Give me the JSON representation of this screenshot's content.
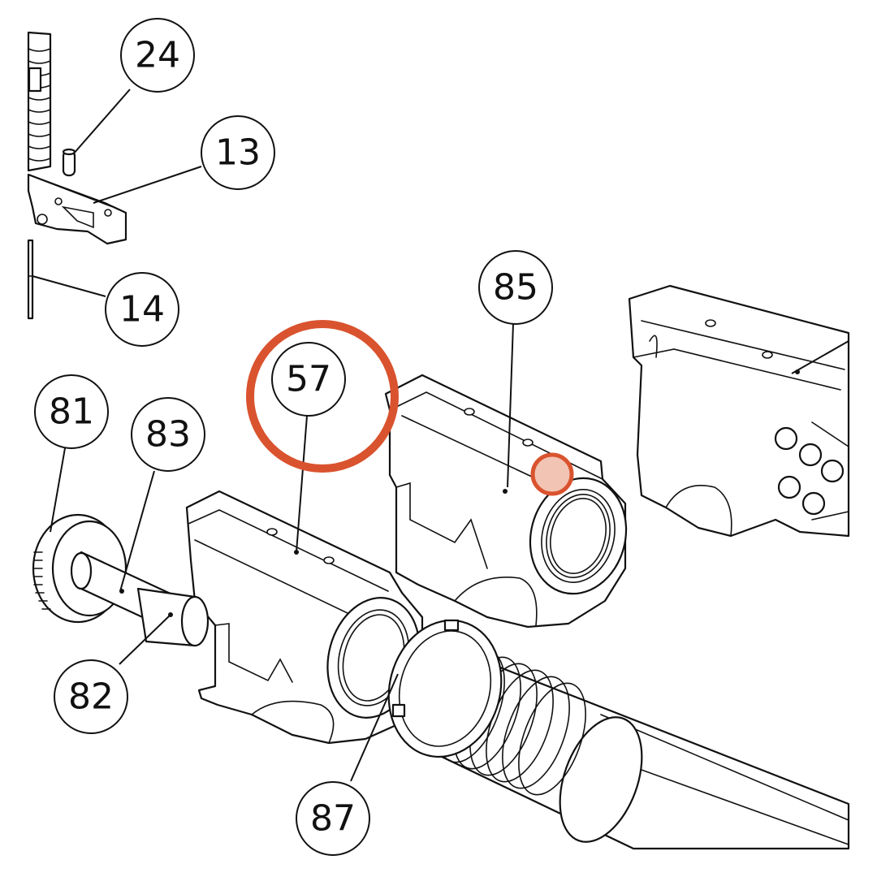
{
  "callouts": [
    {
      "id": "24",
      "label": "24"
    },
    {
      "id": "13",
      "label": "13"
    },
    {
      "id": "14",
      "label": "14"
    },
    {
      "id": "85",
      "label": "85"
    },
    {
      "id": "57",
      "label": "57"
    },
    {
      "id": "81",
      "label": "81"
    },
    {
      "id": "83",
      "label": "83"
    },
    {
      "id": "82",
      "label": "82"
    },
    {
      "id": "87",
      "label": "87"
    }
  ],
  "highlight": {
    "callout": "57",
    "color": "#d9532e",
    "fill_color": "#f2c4b4"
  }
}
